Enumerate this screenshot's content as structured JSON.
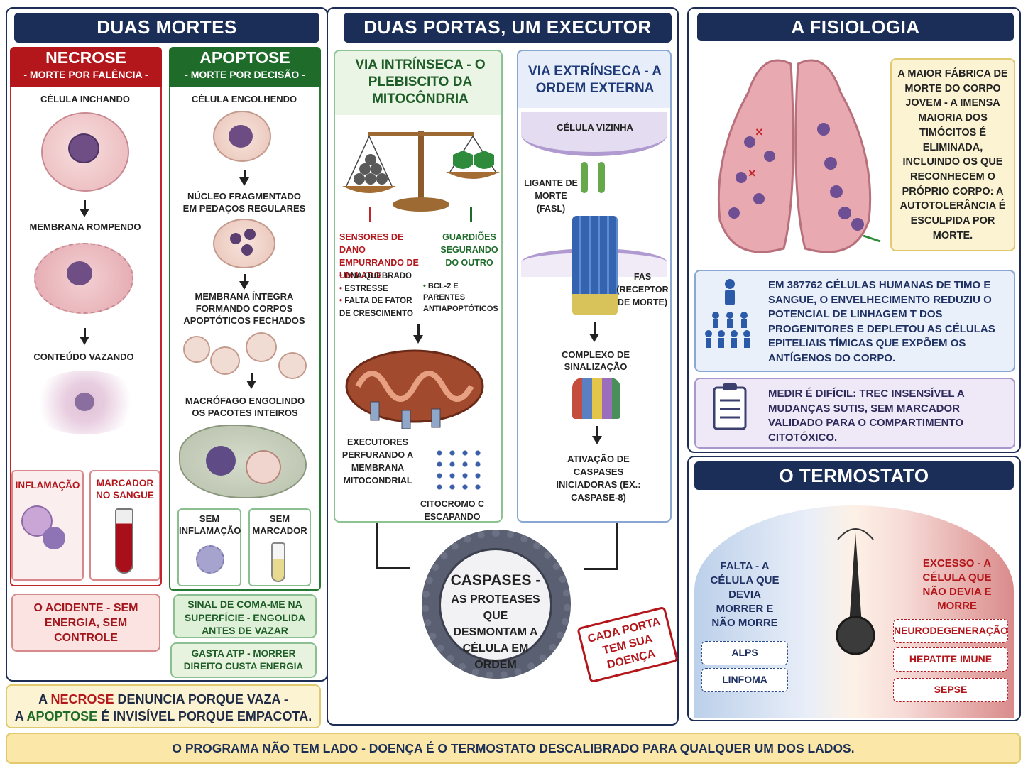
{
  "col1": {
    "header": "DUAS MORTES",
    "necrose": {
      "title": "NECROSE",
      "subtitle": "- MORTE POR FALÊNCIA -",
      "step1": "CÉLULA INCHANDO",
      "step2": "MEMBRANA ROMPENDO",
      "step3": "CONTEÚDO VAZANDO",
      "out1": "INFLAMAÇÃO",
      "out2": "MARCADOR NO SANGUE",
      "summary": "O ACIDENTE - SEM ENERGIA, SEM CONTROLE"
    },
    "apoptose": {
      "title": "APOPTOSE",
      "subtitle": "- MORTE POR DECISÃO -",
      "step1": "CÉLULA ENCOLHENDO",
      "step2": "NÚCLEO FRAGMENTADO EM PEDAÇOS REGULARES",
      "step3": "MEMBRANA ÍNTEGRA FORMANDO CORPOS APOPTÓTICOS FECHADOS",
      "step4": "MACRÓFAGO ENGOLINDO OS PACOTES INTEIROS",
      "out1": "SEM INFLAMAÇÃO",
      "out2": "SEM MARCADOR",
      "summary1": "SINAL DE COMA-ME NA SUPERFÍCIE - ENGOLIDA ANTES DE VAZAR",
      "summary2": "GASTA ATP - MORRER DIREITO CUSTA ENERGIA"
    },
    "footer": {
      "pre1": "A ",
      "word1": "NECROSE",
      "post1": " DENUNCIA PORQUE VAZA -",
      "pre2": "A ",
      "word2": "APOPTOSE",
      "post2": " É INVISÍVEL PORQUE EMPACOTA."
    }
  },
  "col2": {
    "header": "DUAS PORTAS, UM EXECUTOR",
    "intrinseca": {
      "title": "VIA INTRÍNSECA - O PLEBISCITO DA MITOCÔNDRIA",
      "sensors": "SENSORES DE DANO EMPURRANDO DE UM LADO",
      "sensor_items": [
        "DNA QUEBRADO",
        "ESTRESSE",
        "FALTA DE FATOR DE CRESCIMENTO"
      ],
      "guardians": "GUARDIÕES SEGURANDO DO OUTRO",
      "guardian_items": [
        "BCL-2 E PARENTES ANTIAPOPTÓTICOS"
      ],
      "executors": "EXECUTORES PERFURANDO A MEMBRANA MITOCONDRIAL",
      "cytochrome": "CITOCROMO C ESCAPANDO"
    },
    "extrinseca": {
      "title": "VIA EXTRÍNSECA - A ORDEM EXTERNA",
      "neighbor": "CÉLULA VIZINHA",
      "ligand": "LIGANTE DE MORTE (FASL)",
      "fas": "FAS (RECEPTOR DE MORTE)",
      "complex": "COMPLEXO DE SINALIZAÇÃO",
      "activation": "ATIVAÇÃO DE CASPASES INICIADORAS (EX.: CASPASE-8)"
    },
    "caspases_title": "CASPASES -",
    "caspases_text": "AS PROTEASES QUE DESMONTAM A CÉLULA EM ORDEM",
    "stamp": "CADA PORTA TEM SUA DOENÇA"
  },
  "col3": {
    "header": "A FISIOLOGIA",
    "thymus_note": "A MAIOR FÁBRICA DE MORTE DO CORPO JOVEM - A IMENSA MAIORIA DOS TIMÓCITOS É ELIMINADA, INCLUINDO OS QUE RECONHECEM O PRÓPRIO CORPO: A AUTOTOLERÂNCIA É ESCULPIDA POR MORTE.",
    "study": "EM 387762 CÉLULAS HUMANAS DE TIMO E SANGUE, O ENVELHECIMENTO REDUZIU O POTENCIAL DE LINHAGEM T DOS PROGENITORES E DEPLETOU AS CÉLULAS EPITELIAIS TÍMICAS QUE EXPÕEM OS ANTÍGENOS DO CORPO.",
    "measure": "MEDIR É DIFÍCIL: TREC INSENSÍVEL A MUDANÇAS SUTIS, SEM MARCADOR VALIDADO PARA O COMPARTIMENTO CITOTÓXICO.",
    "thermo_header": "O TERMOSTATO",
    "falta": "FALTA - A CÉLULA QUE DEVIA MORRER E NÃO MORRE",
    "falta_items": [
      "ALPS",
      "LINFOMA"
    ],
    "excesso": "EXCESSO - A CÉLULA QUE NÃO DEVIA E MORRE",
    "excesso_items": [
      "NEURODEGENERAÇÃO",
      "HEPATITE IMUNE",
      "SEPSE"
    ]
  },
  "bottom_banner": "O PROGRAMA NÃO TEM LADO - DOENÇA É O TERMOSTATO DESCALIBRADO PARA QUALQUER UM DOS LADOS.",
  "colors": {
    "navy": "#1b2e57",
    "red": "#b3161b",
    "green": "#1e6b2a",
    "cream": "#fbf3d2"
  }
}
